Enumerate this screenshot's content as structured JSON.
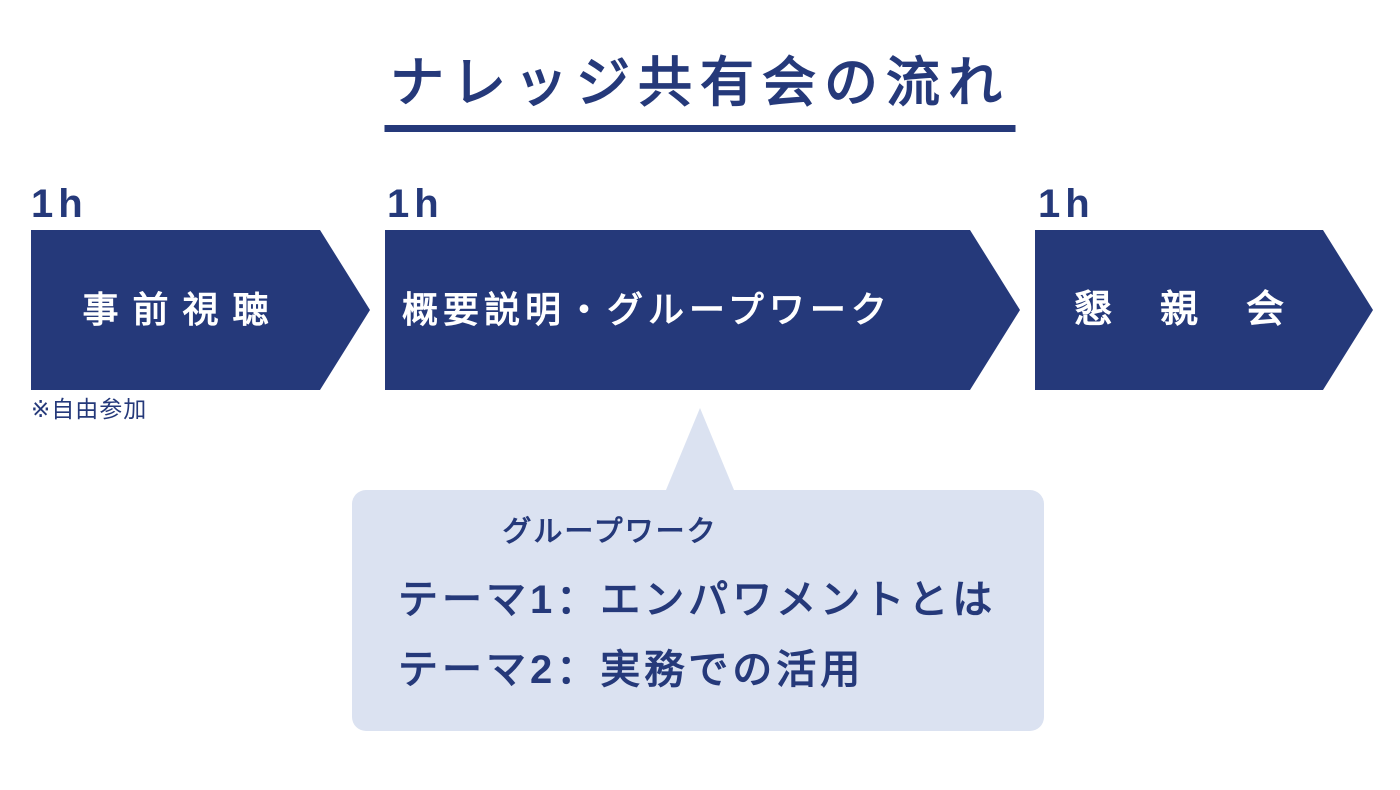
{
  "title": {
    "text": "ナレッジ共有会の流れ"
  },
  "colors": {
    "navy": "#25397A",
    "callout_background": "#DBE2F1",
    "arrow_text": "#FFFFFF"
  },
  "steps": [
    {
      "duration": "1h",
      "label": "事前視聴",
      "note": "※自由参加"
    },
    {
      "duration": "1h",
      "label": "概要説明・グループワーク",
      "note": ""
    },
    {
      "duration": "1h",
      "label": "懇親会",
      "note": ""
    }
  ],
  "callout": {
    "title": "グループワーク",
    "items": [
      "テーマ1：エンパワメントとは",
      "テーマ2：実務での活用"
    ]
  }
}
